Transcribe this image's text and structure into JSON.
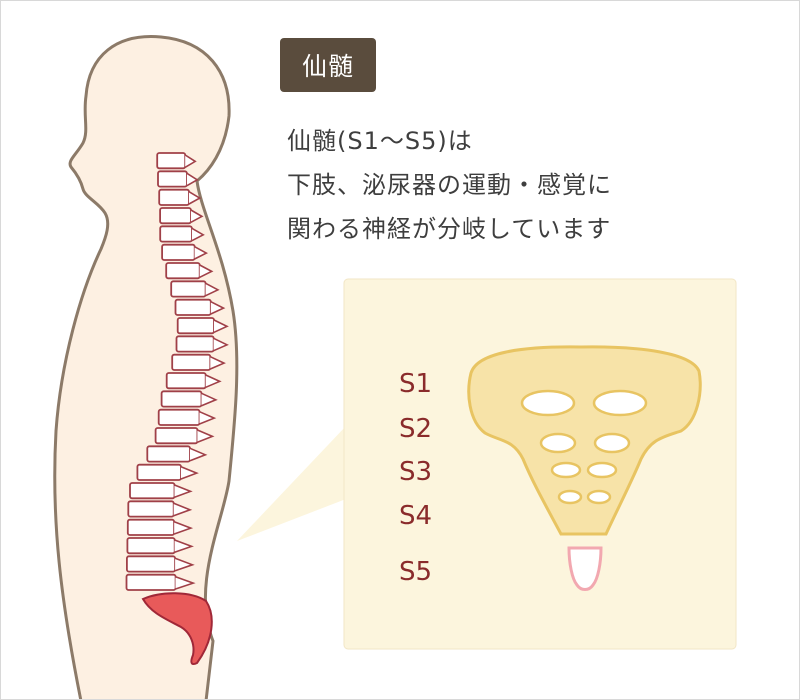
{
  "title": "仙髄",
  "description": [
    "仙髄(S1〜S5)は",
    "下肢、泌尿器の運動・感覚に",
    "関わる神経が分岐しています"
  ],
  "segments": [
    "S1",
    "S2",
    "S3",
    "S4",
    "S5"
  ],
  "colors": {
    "skin": "#fdf0e2",
    "outline": "#8c7a68",
    "panel_bg": "#fcf5dd",
    "sacrum_fill": "#f7e3a8",
    "sacrum_stroke": "#e8c462",
    "vertebra_stroke": "#a04048",
    "sacrum_highlight": "#e85a5a",
    "label": "#8a2b2b",
    "badge": "#5a4c3d"
  }
}
